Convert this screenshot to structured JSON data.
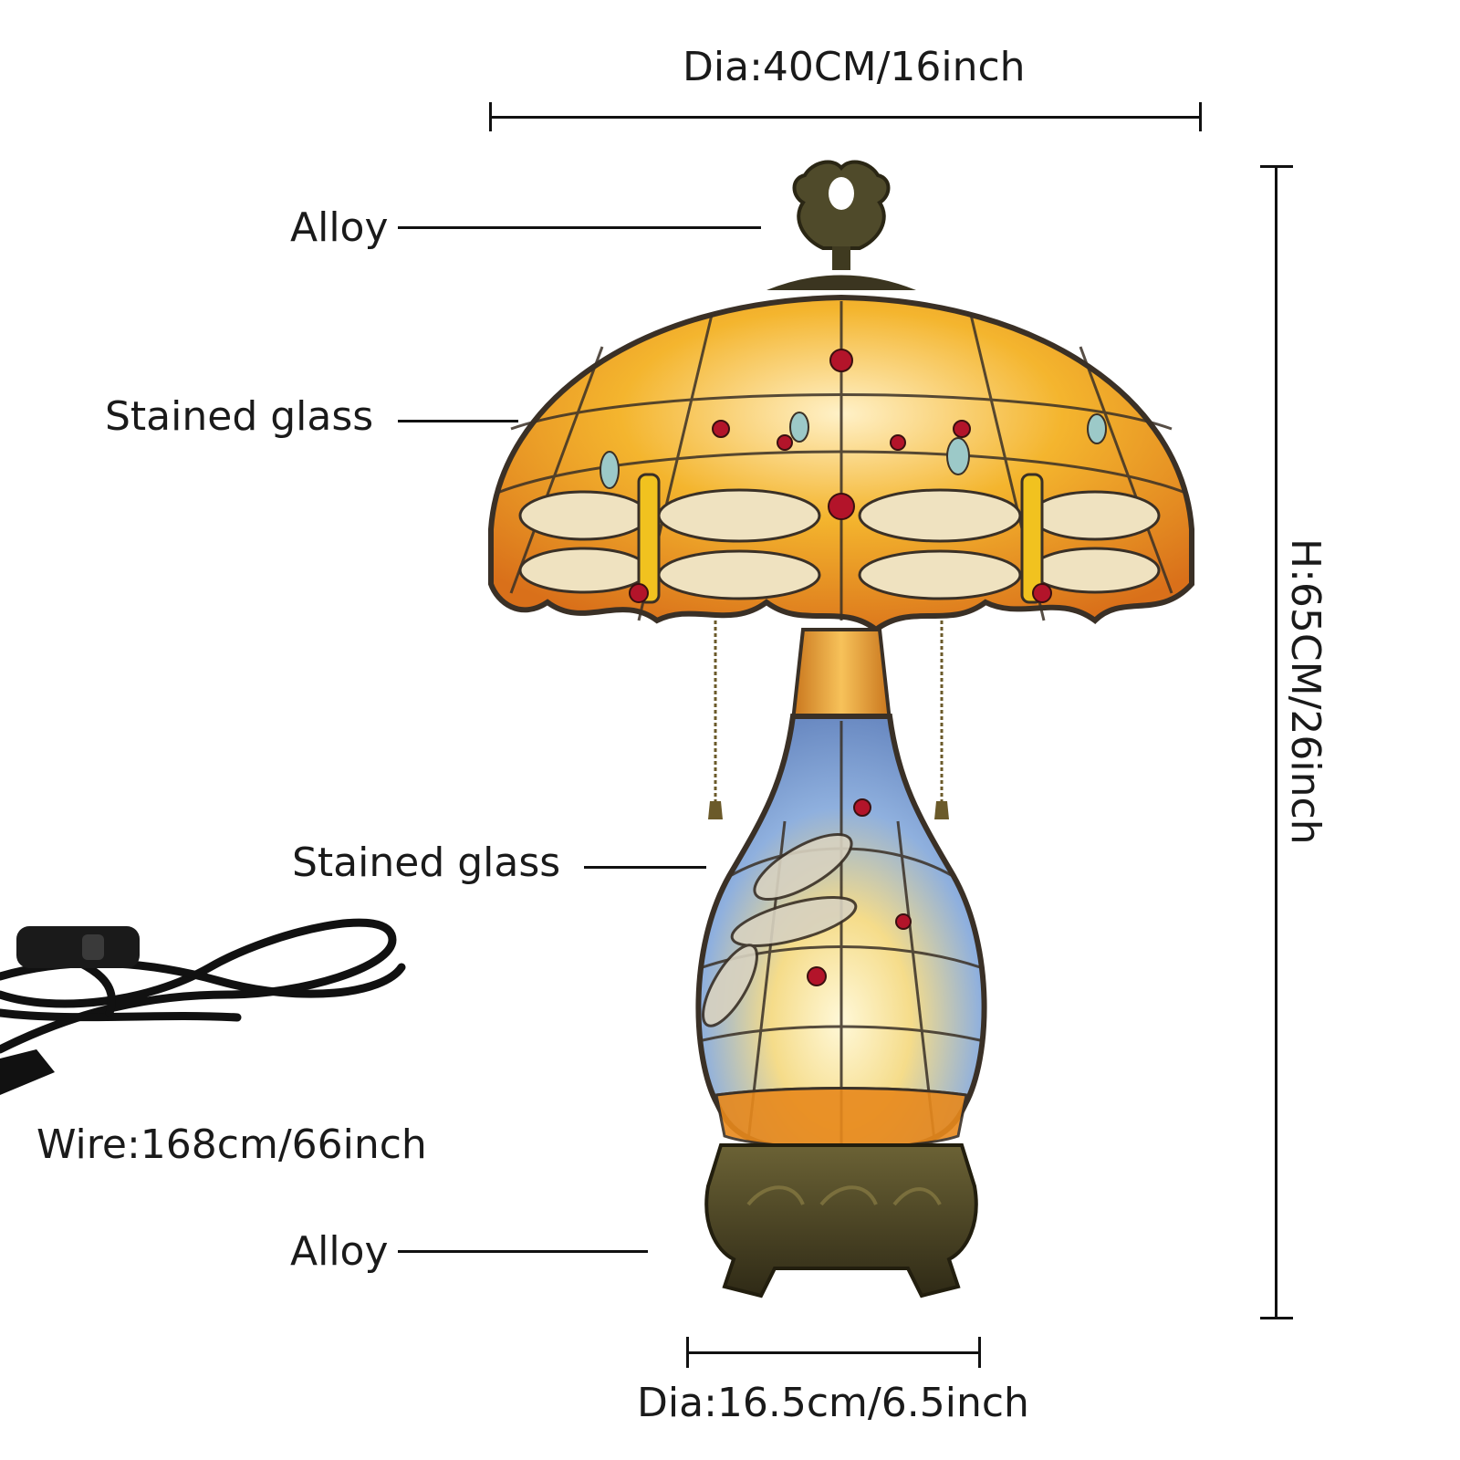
{
  "dimensions": {
    "shade_diameter": "Dia:40CM/16inch",
    "height": "H:65CM/26inch",
    "base_diameter": "Dia:16.5cm/6.5inch",
    "wire": "Wire:168cm/66inch"
  },
  "materials": {
    "finial": "Alloy",
    "shade": "Stained glass",
    "body": "Stained glass",
    "base": "Alloy"
  },
  "colors": {
    "amber": "#e8891c",
    "gold": "#f4b52e",
    "cream": "#f6e6b4",
    "blue": "#7e9fd0",
    "lead": "#3a3026",
    "bronze": "#4a4326",
    "jewel_red": "#b3142a"
  },
  "icons": [
    "lamp-image",
    "power-cord-image"
  ]
}
